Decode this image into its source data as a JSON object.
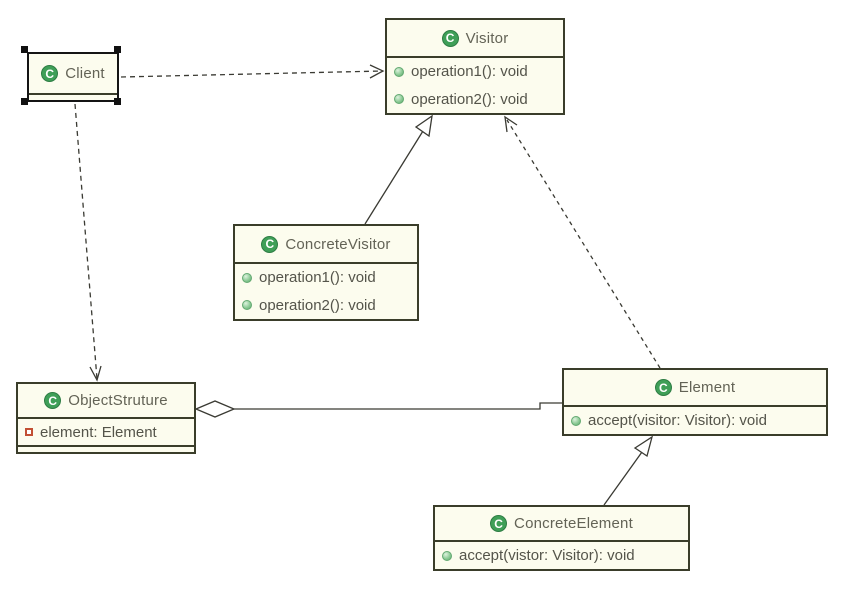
{
  "diagram": {
    "kind": "uml-class-diagram",
    "pattern": "Visitor design pattern"
  },
  "icons": {
    "class_glyph": "C"
  },
  "colors": {
    "box_fill": "#fcfcee",
    "box_border": "#3a3d2a",
    "selected_border": "#141414",
    "connector": "#3a3a33",
    "class_icon_green": "#3f9f58",
    "operation_bullet_green": "#8ecb97",
    "attribute_marker_red": "#c24f33",
    "text": "#54544a"
  },
  "classes": {
    "client": {
      "name": "Client",
      "attributes": [],
      "operations": [],
      "selected": true
    },
    "visitor": {
      "name": "Visitor",
      "operations": [
        "operation1(): void",
        "operation2(): void"
      ]
    },
    "concrete_visitor": {
      "name": "ConcreteVisitor",
      "operations": [
        "operation1(): void",
        "operation2(): void"
      ]
    },
    "object_struture": {
      "name": "ObjectStruture",
      "attributes": [
        "element: Element"
      ]
    },
    "element": {
      "name": "Element",
      "operations": [
        "accept(visitor: Visitor): void"
      ]
    },
    "concrete_element": {
      "name": "ConcreteElement",
      "operations": [
        "accept(vistor: Visitor): void"
      ]
    }
  },
  "relationships": [
    {
      "type": "dependency",
      "from": "Client",
      "to": "Visitor",
      "line": "dashed-open-arrow"
    },
    {
      "type": "dependency",
      "from": "Client",
      "to": "ObjectStruture",
      "line": "dashed-open-arrow"
    },
    {
      "type": "generalization",
      "from": "ConcreteVisitor",
      "to": "Visitor",
      "line": "solid-hollow-triangle"
    },
    {
      "type": "dependency",
      "from": "Element",
      "to": "Visitor",
      "line": "dashed-open-arrow"
    },
    {
      "type": "aggregation",
      "owner": "ObjectStruture",
      "part": "Element",
      "line": "solid-hollow-diamond"
    },
    {
      "type": "generalization",
      "from": "ConcreteElement",
      "to": "Element",
      "line": "solid-hollow-triangle"
    }
  ]
}
